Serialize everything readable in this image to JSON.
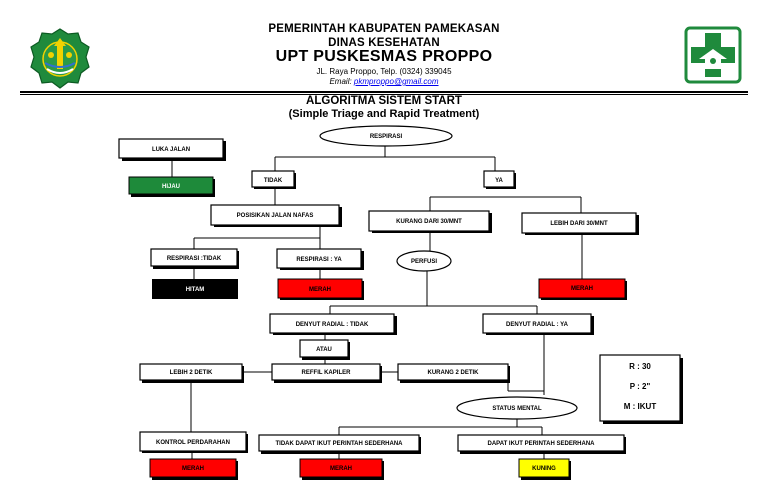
{
  "header": {
    "line1": "PEMERINTAH KABUPATEN PAMEKASAN",
    "line2": "DINAS KESEHATAN",
    "line3": "UPT PUSKESMAS PROPPO",
    "address": "JL. Raya Proppo, Telp. (0324) 339045",
    "email_label": "Email: ",
    "email": "pkmproppo@gmail.com"
  },
  "title": {
    "main": "ALGORITMA SISTEM START",
    "sub": "(Simple Triage and Rapid Treatment)"
  },
  "colors": {
    "hijau": "#1e8a3a",
    "hitam": "#000000",
    "merah": "#ff0000",
    "kuning": "#ffff00",
    "logo_green": "#1f8a3c"
  },
  "nodes": {
    "respirasi": "RESPIRASI",
    "luka_jalan": "LUKA JALAN",
    "hijau": "HIJAU",
    "tidak": "TIDAK",
    "ya": "YA",
    "posisikan": "POSISIKAN JALAN NAFAS",
    "kurang_30": "KURANG DARI 30/MNT",
    "lebih_30": "LEBIH DARI 30/MNT",
    "resp_tidak": "RESPIRASI :TIDAK",
    "resp_ya": "RESPIRASI : YA",
    "perfusi": "PERFUSI",
    "hitam": "HITAM",
    "merah_1": "MERAH",
    "merah_2": "MERAH",
    "denyut_tidak": "DENYUT RADIAL : TIDAK",
    "denyut_ya": "DENYUT RADIAL : YA",
    "atau": "ATAU",
    "lebih_2": "LEBIH 2 DETIK",
    "reffil": "REFFIL KAPILER",
    "kurang_2": "KURANG 2 DETIK",
    "status_mental": "STATUS MENTAL",
    "kontrol": "KONTROL PERDARAHAN",
    "tidak_dapat": "TIDAK DAPAT IKUT PERINTAH SEDERHANA",
    "dapat": "DAPAT IKUT PERINTAH SEDERHANA",
    "merah_3": "MERAH",
    "merah_4": "MERAH",
    "kuning": "KUNING"
  },
  "legend": {
    "r": "R : 30",
    "p": "P : 2\"",
    "m": "M : IKUT"
  }
}
